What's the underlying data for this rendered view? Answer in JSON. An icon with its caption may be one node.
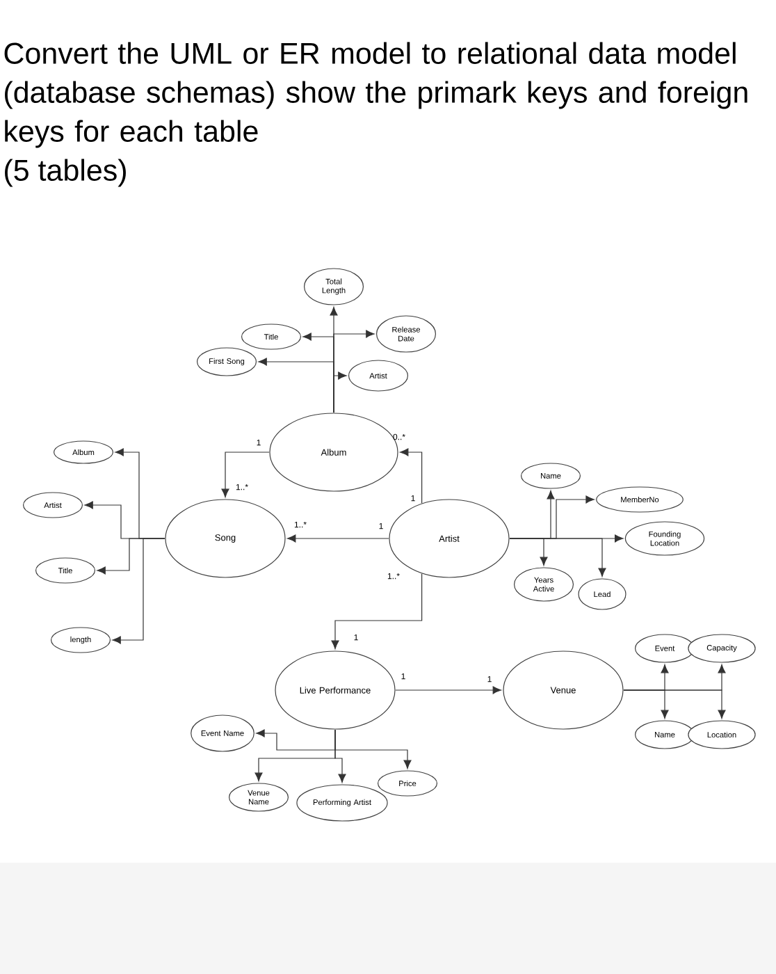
{
  "diagram": {
    "title": "Convert the UML or ER model to relational data model (database schemas) show the primark keys and foreign keys for each table",
    "nodes": [
      {
        "text": [
          "Album"
        ]
      },
      {
        "text": [
          "Song"
        ]
      },
      {
        "text": [
          "Artist"
        ]
      },
      {
        "text": [
          "Live Performance"
        ]
      },
      {
        "text": [
          "Venue"
        ]
      },
      {
        "text": [
          "Total Length"
        ]
      },
      {
        "text": [
          "Title"
        ]
      },
      {
        "text": [
          "Release Date"
        ]
      },
      {
        "text": [
          "First Song"
        ]
      },
      {
        "text": [
          "Artist"
        ]
      },
      {
        "text": [
          "Album"
        ]
      },
      {
        "text": [
          "Artist"
        ]
      },
      {
        "text": [
          "Title"
        ]
      },
      {
        "text": [
          "length"
        ]
      },
      {
        "text": [
          "Name"
        ]
      },
      {
        "text": [
          "MemberNo"
        ]
      },
      {
        "text": [
          "Founding Location"
        ]
      },
      {
        "text": [
          "Years Active"
        ]
      },
      {
        "text": [
          "Lead"
        ]
      },
      {
        "text": [
          "Event Name"
        ]
      },
      {
        "text": [
          "Venue Name"
        ]
      },
      {
        "text": [
          "Performing Artist"
        ]
      },
      {
        "text": [
          "Price"
        ]
      },
      {
        "text": [
          "Event"
        ]
      },
      {
        "text": [
          "Capacity"
        ]
      },
      {
        "text": [
          "Name"
        ]
      },
      {
        "text": [
          "Location"
        ]
      }
    ],
    "edges": [
      {
        "from": 0,
        "to": 5,
        "arrow": "to"
      },
      {
        "from": 0,
        "to": 6,
        "arrow": "to"
      },
      {
        "from": 0,
        "to": 7,
        "arrow": "to"
      },
      {
        "from": 0,
        "to": 8,
        "arrow": "to"
      },
      {
        "from": 0,
        "to": 9,
        "arrow": "to"
      },
      {
        "from": 0,
        "to": 1,
        "arrow": "to"
      },
      {
        "from": 2,
        "to": 0,
        "arrow": "to"
      },
      {
        "from": 2,
        "to": 1,
        "arrow": "to"
      },
      {
        "from": 2,
        "to": 3,
        "arrow": "to"
      },
      {
        "from": 3,
        "to": 4,
        "arrow": "to"
      },
      {
        "from": 1,
        "to": 10,
        "arrow": "to"
      },
      {
        "from": 1,
        "to": 11,
        "arrow": "to"
      },
      {
        "from": 1,
        "to": 12,
        "arrow": "to"
      },
      {
        "from": 1,
        "to": 13,
        "arrow": "to"
      },
      {
        "from": 2,
        "to": 14,
        "arrow": "to"
      },
      {
        "from": 2,
        "to": 15,
        "arrow": "to"
      },
      {
        "from": 2,
        "to": 16,
        "arrow": "to"
      },
      {
        "from": 2,
        "to": 17,
        "arrow": "to"
      },
      {
        "from": 2,
        "to": 18,
        "arrow": "to"
      },
      {
        "from": 3,
        "to": 19,
        "arrow": "to"
      },
      {
        "from": 3,
        "to": 20,
        "arrow": "to"
      },
      {
        "from": 3,
        "to": 21,
        "arrow": "to"
      },
      {
        "from": 3,
        "to": 22,
        "arrow": "to"
      },
      {
        "from": 4,
        "to": 23,
        "arrow": "to"
      },
      {
        "from": 4,
        "to": 24,
        "arrow": "to"
      },
      {
        "from": 4,
        "to": 25,
        "arrow": "to"
      },
      {
        "from": 4,
        "to": 26,
        "arrow": "to"
      }
    ],
    "labels": [
      "(5 tables)",
      "1",
      "0..*",
      "1..*",
      "1..*",
      "1",
      "1",
      "1..*",
      "1",
      "1",
      "1"
    ]
  }
}
